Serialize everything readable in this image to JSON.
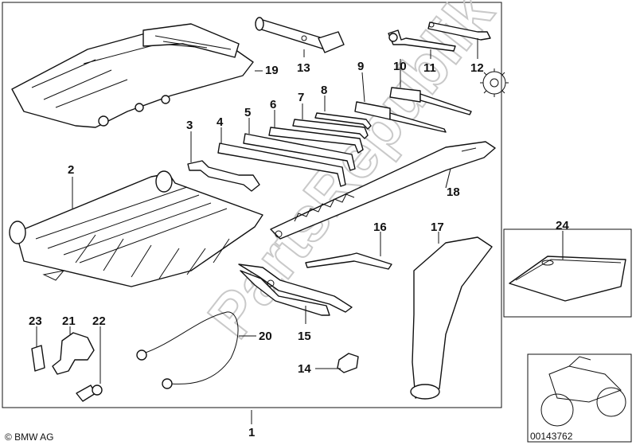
{
  "diagram": {
    "callouts": [
      "1",
      "2",
      "3",
      "4",
      "5",
      "6",
      "7",
      "8",
      "9",
      "10",
      "11",
      "12",
      "13",
      "14",
      "15",
      "16",
      "17",
      "18",
      "19",
      "20",
      "21",
      "22",
      "23",
      "24"
    ],
    "watermark": "PartsRepublik",
    "copyright": "© BMW AG",
    "image_number": "00143762"
  }
}
